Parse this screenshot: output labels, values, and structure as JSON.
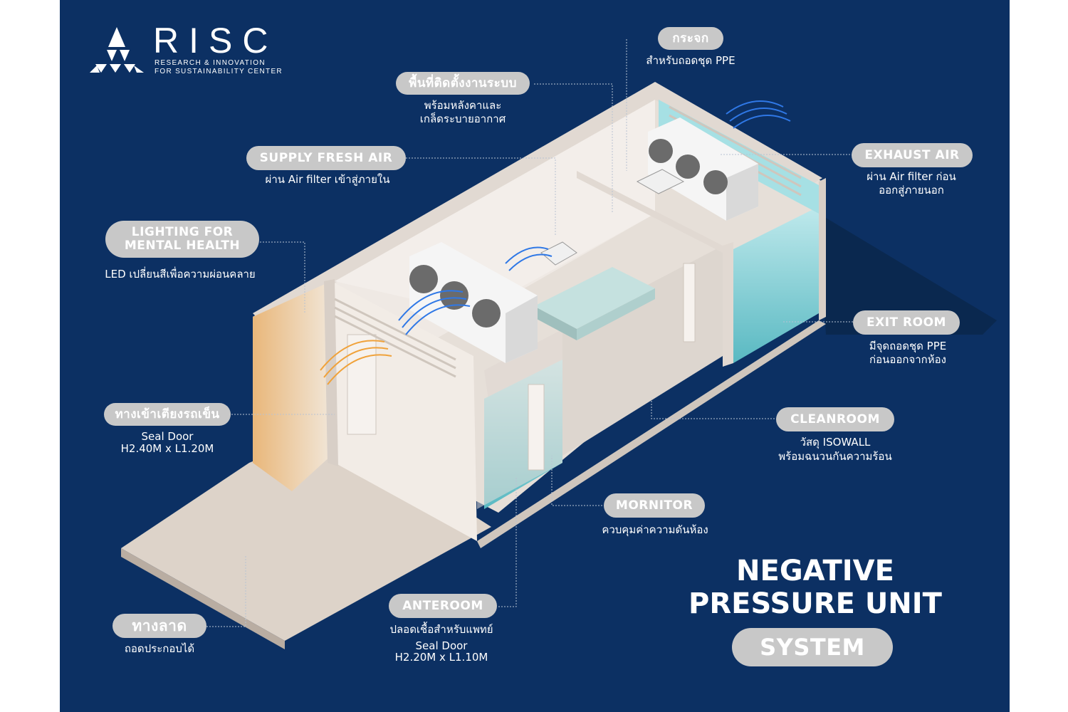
{
  "logo": {
    "title": "RISC",
    "subtitle_1": "RESEARCH & INNOVATION",
    "subtitle_2": "FOR SUSTAINABILITY CENTER"
  },
  "labels": {
    "glass": {
      "title": "กระจก",
      "desc_1": "สำหรับถอดชุด PPE"
    },
    "install_area": {
      "title": "พื้นที่ติดตั้งงานระบบ",
      "desc_1": "พร้อมหลังคาและ",
      "desc_2": "เกล็ดระบายอากาศ"
    },
    "supply_air": {
      "title": "SUPPLY FRESH AIR",
      "desc_1": "ผ่าน Air filter เข้าสู่ภายใน"
    },
    "lighting": {
      "title_1": "LIGHTING FOR",
      "title_2": "MENTAL HEALTH",
      "desc_1": "LED เปลี่ยนสีเพื่อความผ่อนคลาย"
    },
    "bed_entry": {
      "title": "ทางเข้าเตียงรถเข็น",
      "desc_1": "Seal Door",
      "desc_2": "H2.40M x L1.20M"
    },
    "ramp": {
      "title": "ทางลาด",
      "desc_1": "ถอดประกอบได้"
    },
    "anteroom": {
      "title": "ANTEROOM",
      "desc_1": "ปลอดเชื้อสำหรับแพทย์",
      "desc_2": "Seal Door",
      "desc_3": "H2.20M x L1.10M"
    },
    "mornitor": {
      "title": "MORNITOR",
      "desc_1": "ควบคุมค่าความดันห้อง"
    },
    "cleanroom": {
      "title": "CLEANROOM",
      "desc_1": "วัสดุ ISOWALL",
      "desc_2": "พร้อมฉนวนกันความร้อน"
    },
    "exit_room": {
      "title": "EXIT ROOM",
      "desc_1": "มีจุดถอดชุด PPE",
      "desc_2": "ก่อนออกจากห้อง"
    },
    "exhaust_air": {
      "title": "EXHAUST AIR",
      "desc_1": "ผ่าน Air filter ก่อน",
      "desc_2": "ออกสู่ภายนอก"
    }
  },
  "main_title": {
    "line_1": "NEGATIVE",
    "line_2": "PRESSURE UNIT",
    "badge": "SYSTEM"
  },
  "colors": {
    "background": "#0c3063",
    "pill": "#c8c8c8",
    "wall": "#ece6e1",
    "glass": "#8ad6dc",
    "airflow_cool": "#2f78e6",
    "airflow_warm": "#f0a23a"
  }
}
